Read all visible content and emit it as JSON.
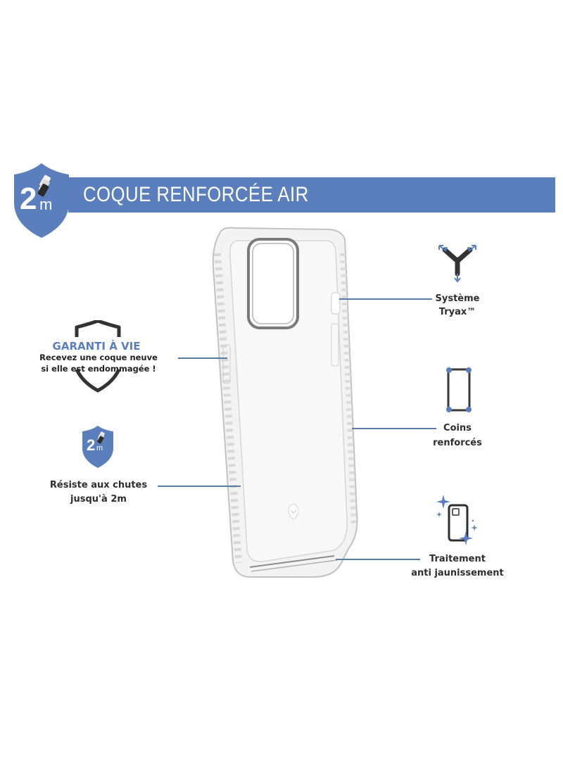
{
  "header": {
    "title": "COQUE RENFORCÉE AIR",
    "badge": {
      "number": "2",
      "unit": "m",
      "icon": "drop-shield-icon"
    }
  },
  "colors": {
    "accent": "#5b7fbd",
    "line": "#5a7aa6",
    "text": "#2e2e2e",
    "icon_dark": "#333333"
  },
  "features_left": [
    {
      "id": "warranty",
      "icon": "shield-outline-icon",
      "title": "GARANTI À VIE",
      "lines": [
        "Recevez une coque neuve",
        "si elle est endommagée !"
      ]
    },
    {
      "id": "drop",
      "icon": "drop-shield-icon",
      "badge_number": "2",
      "badge_unit": "m",
      "lines": [
        "Résiste aux chutes",
        "jusqu'à 2m"
      ]
    }
  ],
  "features_right": [
    {
      "id": "tryax",
      "icon": "tryax-icon",
      "lines": [
        "Système",
        "Tryax™"
      ]
    },
    {
      "id": "corners",
      "icon": "reinforced-corners-icon",
      "lines": [
        "Coins",
        "renforcés"
      ]
    },
    {
      "id": "anti-yellow",
      "icon": "sparkle-phone-icon",
      "lines": [
        "Traitement",
        "anti jaunissement"
      ]
    }
  ],
  "product": {
    "name": "clear-phone-case",
    "logo": "helmet-logo-icon"
  }
}
